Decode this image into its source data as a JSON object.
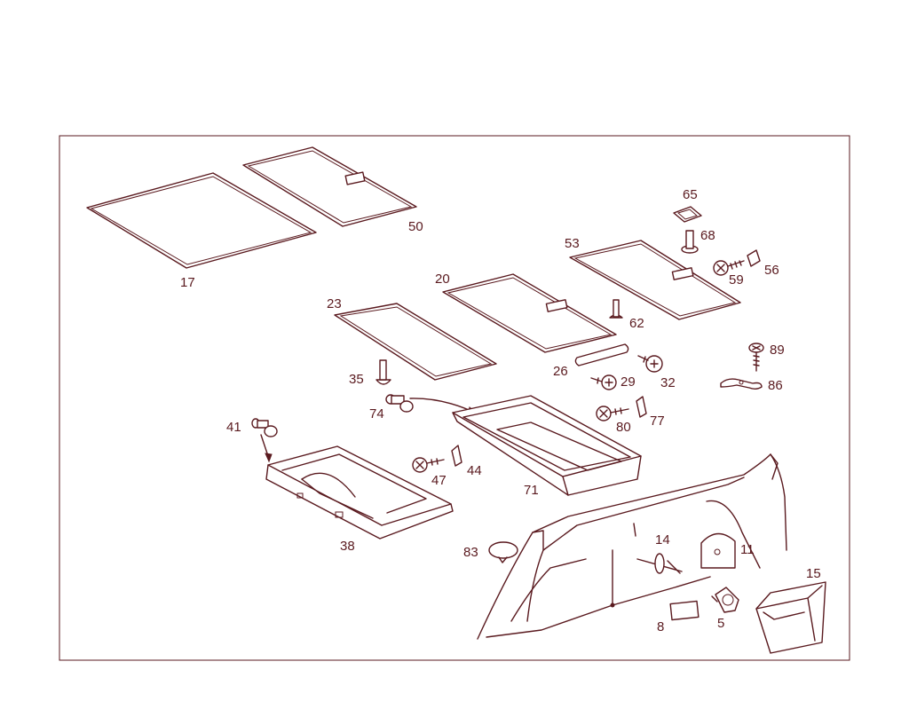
{
  "colors": {
    "line": "#5a1a1f",
    "background": "#ffffff"
  },
  "labels": {
    "p17": "17",
    "p50": "50",
    "p65": "65",
    "p68": "68",
    "p53": "53",
    "p56": "56",
    "p59": "59",
    "p20": "20",
    "p23": "23",
    "p62": "62",
    "p89": "89",
    "p86": "86",
    "p26": "26",
    "p32": "32",
    "p29": "29",
    "p35": "35",
    "p74": "74",
    "p77": "77",
    "p80": "80",
    "p41": "41",
    "p44": "44",
    "p47": "47",
    "p71": "71",
    "p38": "38",
    "p83": "83",
    "p14": "14",
    "p11": "11",
    "p15": "15",
    "p8": "8",
    "p5": "5"
  }
}
